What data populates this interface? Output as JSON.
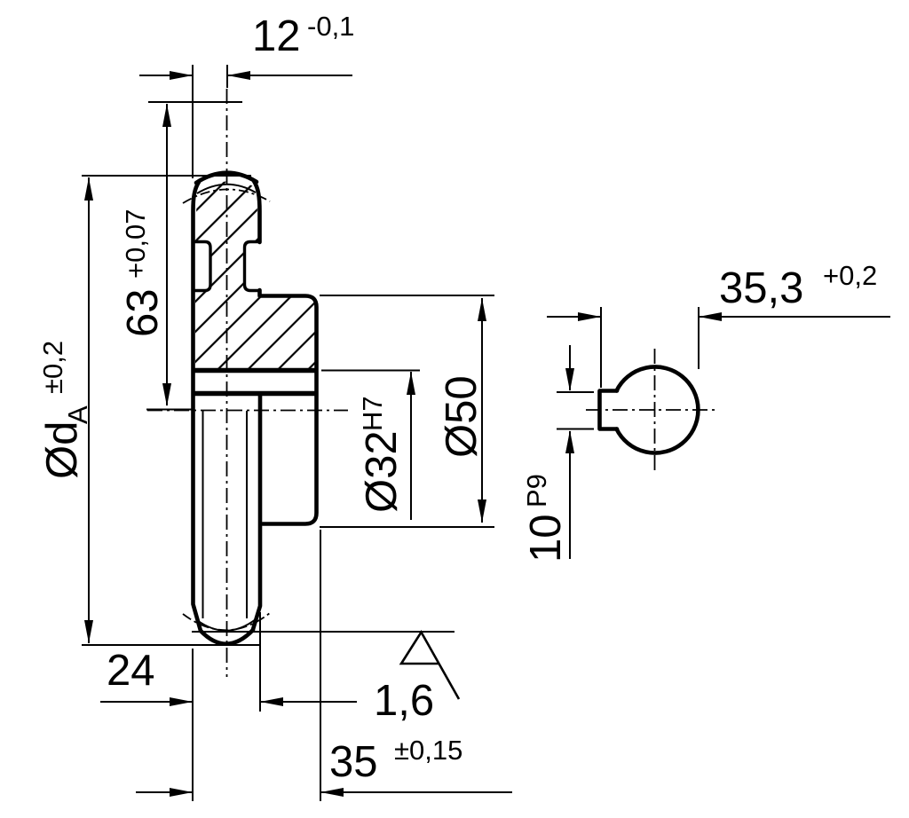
{
  "drawing": {
    "background": "#ffffff",
    "line_color": "#000000",
    "views": {
      "section_view": "sprocket axial section view",
      "side_view": "bore with keyway view"
    },
    "dims": {
      "tooth_width": {
        "value": "12",
        "tol": "-0,1"
      },
      "measure_63": {
        "value": "63",
        "tol": "+0,07"
      },
      "tip_diameter": {
        "main": "Ød",
        "sub": "A",
        "tol": "±0,2"
      },
      "bore_diameter": {
        "value": "Ø32",
        "fit": "H7"
      },
      "hub_diameter": {
        "value": "Ø50"
      },
      "disc_width": {
        "value": "24"
      },
      "roughness": {
        "value": "1,6"
      },
      "overall_width": {
        "value": "35",
        "tol": "±0,15"
      },
      "keyway_depth": {
        "value": "35,3",
        "tol": "+0,2"
      },
      "keyway_width": {
        "value": "10",
        "fit": "P9"
      }
    }
  }
}
